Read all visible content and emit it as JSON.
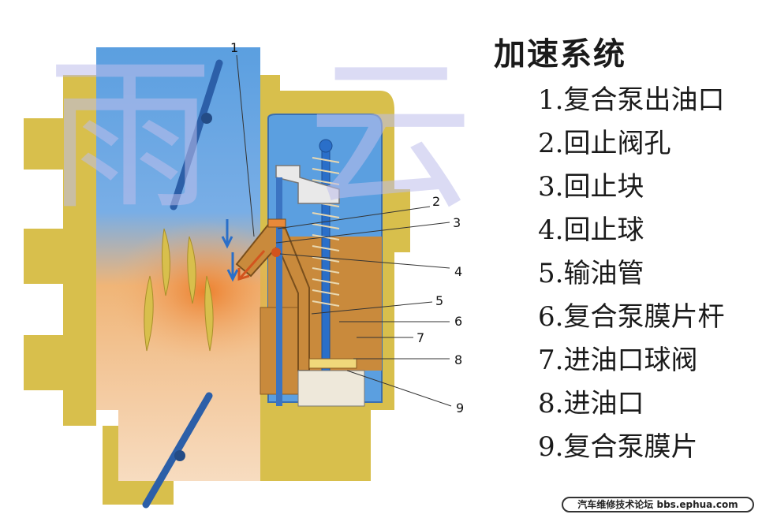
{
  "title": "加速系统",
  "legend": [
    "1.复合泵出油口",
    "2.回止阀孔",
    "3.回止块",
    "4.回止球",
    "5.输油管",
    "6.复合泵膜片杆",
    "7.进油口球阀",
    "8.进油口",
    "9.复合泵膜片"
  ],
  "callouts": [
    "1",
    "2",
    "3",
    "4",
    "5",
    "6",
    "7",
    "8",
    "9"
  ],
  "watermark": "雨云",
  "footer": "汽车维修技术论坛 bbs.ephua.com",
  "colors": {
    "body": "#d8bf4c",
    "air_blue": "#5b9fe0",
    "fuel_orange": "#e8893a",
    "chamber_brown": "#c98a3c",
    "rod_blue": "#2a6fc9"
  }
}
